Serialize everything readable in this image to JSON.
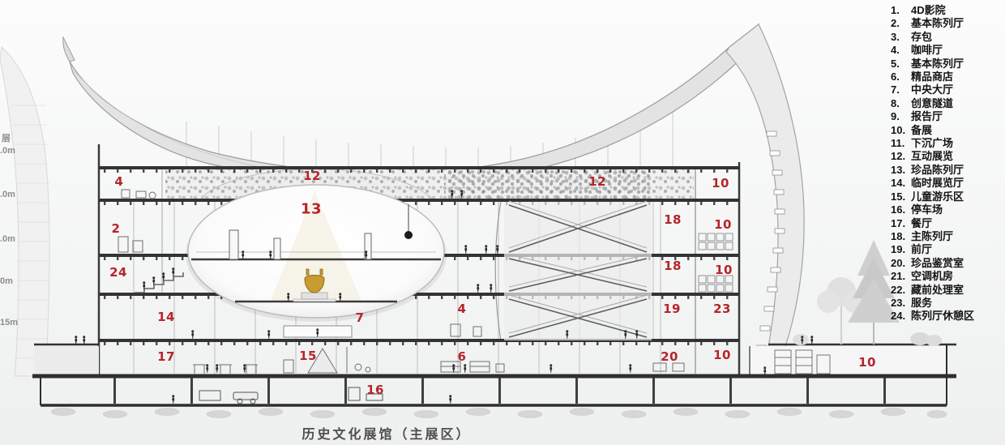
{
  "page": {
    "title": "历史文化展馆（主展区）"
  },
  "colors": {
    "accent": "#b6252b",
    "title_text": "#4e4e4e",
    "legend_text": "#141414",
    "gold_artifact": "#c89d2f"
  },
  "legend": {
    "items": [
      {
        "no": "1.",
        "label": "4D影院"
      },
      {
        "no": "2.",
        "label": "基本陈列厅"
      },
      {
        "no": "3.",
        "label": "存包"
      },
      {
        "no": "4.",
        "label": "咖啡厅"
      },
      {
        "no": "5.",
        "label": "基本陈列厅"
      },
      {
        "no": "6.",
        "label": "精品商店"
      },
      {
        "no": "7.",
        "label": "中央大厅"
      },
      {
        "no": "8.",
        "label": "创意隧道"
      },
      {
        "no": "9.",
        "label": "报告厅"
      },
      {
        "no": "10.",
        "label": "备展"
      },
      {
        "no": "11.",
        "label": "下沉广场"
      },
      {
        "no": "12.",
        "label": "互动展览"
      },
      {
        "no": "13.",
        "label": "珍品陈列厅"
      },
      {
        "no": "14.",
        "label": "临时展览厅"
      },
      {
        "no": "15.",
        "label": "儿童游乐区"
      },
      {
        "no": "16.",
        "label": "停车场"
      },
      {
        "no": "17.",
        "label": "餐厅"
      },
      {
        "no": "18.",
        "label": "主陈列厅"
      },
      {
        "no": "19.",
        "label": "前厅"
      },
      {
        "no": "20.",
        "label": "珍品鉴赏室"
      },
      {
        "no": "21.",
        "label": "空调机房"
      },
      {
        "no": "22.",
        "label": "藏前处理室"
      },
      {
        "no": "23.",
        "label": "服务"
      },
      {
        "no": "24.",
        "label": "陈列厅休憩区"
      }
    ]
  },
  "rooms": [
    {
      "num": "4"
    },
    {
      "num": "12"
    },
    {
      "num": "12"
    },
    {
      "num": "10"
    },
    {
      "num": "2"
    },
    {
      "num": "13"
    },
    {
      "num": "18"
    },
    {
      "num": "10"
    },
    {
      "num": "24"
    },
    {
      "num": "18"
    },
    {
      "num": "10"
    },
    {
      "num": "14"
    },
    {
      "num": "7"
    },
    {
      "num": "4"
    },
    {
      "num": "19"
    },
    {
      "num": "23"
    },
    {
      "num": "17"
    },
    {
      "num": "15"
    },
    {
      "num": "6"
    },
    {
      "num": "20"
    },
    {
      "num": "10"
    },
    {
      "num": "10"
    },
    {
      "num": "16"
    }
  ],
  "elevations": [
    {
      "text": "层"
    },
    {
      "text": ".0m"
    },
    {
      "text": ".0m"
    },
    {
      "text": ".0m"
    },
    {
      "text": "0m"
    },
    {
      "text": "15m"
    }
  ]
}
